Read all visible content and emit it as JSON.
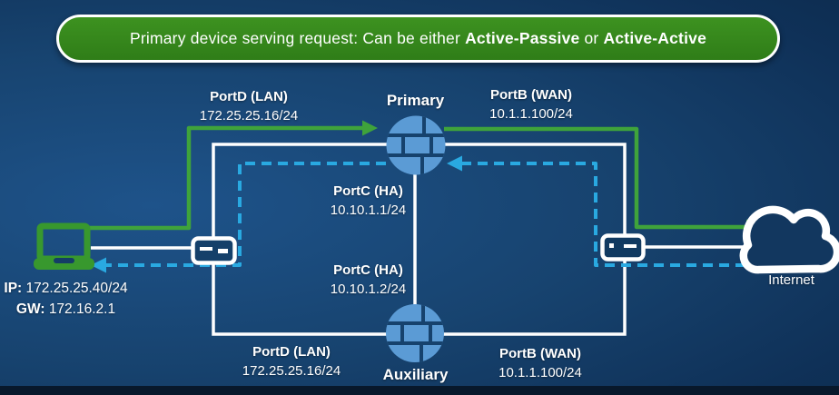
{
  "banner": {
    "prefix": "Primary device serving request: Can be either ",
    "bold_1": "Active-Passive",
    "separator": " or ",
    "bold_2": "Active-Active"
  },
  "devices": {
    "primary": {
      "label": "Primary"
    },
    "auxiliary": {
      "label": "Auxiliary"
    },
    "internet": {
      "label": "Internet"
    },
    "client": {
      "ip_label": "IP:",
      "ip_value": "172.25.25.40/24",
      "gw_label": "GW:",
      "gw_value": "172.16.2.1"
    }
  },
  "ports": {
    "primary_lan": {
      "name": "PortD (LAN)",
      "address": "172.25.25.16/24"
    },
    "primary_wan": {
      "name": "PortB (WAN)",
      "address": "10.1.1.100/24"
    },
    "primary_ha": {
      "name": "PortC (HA)",
      "address": "10.10.1.1/24"
    },
    "auxiliary_ha": {
      "name": "PortC (HA)",
      "address": "10.10.1.2/24"
    },
    "auxiliary_lan": {
      "name": "PortD (LAN)",
      "address": "172.25.25.16/24"
    },
    "auxiliary_wan": {
      "name": "PortB (WAN)",
      "address": "10.1.1.100/24"
    }
  },
  "icons": {
    "client": "laptop-icon",
    "primary": "firewall-icon",
    "auxiliary": "firewall-icon",
    "internet": "cloud-icon",
    "lan_link": "switch-icon",
    "wan_link": "switch-icon"
  },
  "colors": {
    "banner_green": "#37861d",
    "flow_green": "#3fa33b",
    "return_blue": "#29a9e1",
    "firewall_blue": "#5b9bd5",
    "line_white": "#ffffff",
    "background_navy": "#123a64"
  }
}
